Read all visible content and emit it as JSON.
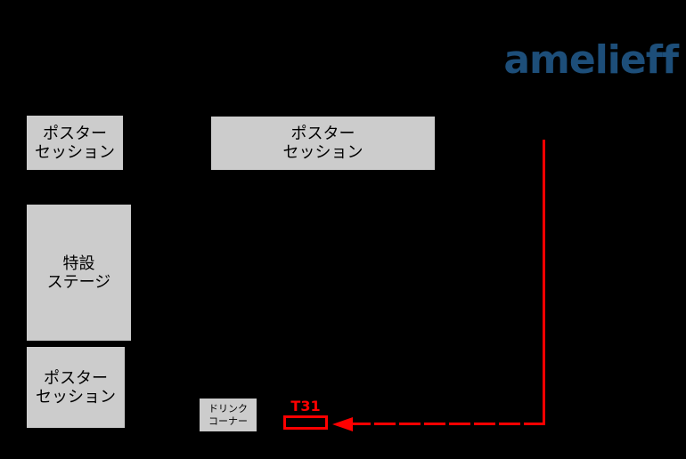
{
  "colors": {
    "background": "#000000",
    "accent": "#ff0000",
    "logo": "#1d4e79",
    "room_fill": "#cccccc",
    "room_text": "#000000"
  },
  "logo": {
    "text": "amelieff"
  },
  "venue_map": {
    "rooms": [
      {
        "id": "poster-session-top-left",
        "line1": "ポスター",
        "line2": "セッション"
      },
      {
        "id": "poster-session-top-center",
        "line1": "ポスター",
        "line2": "セッション"
      },
      {
        "id": "special-stage",
        "line1": "特設",
        "line2": "ステージ"
      },
      {
        "id": "poster-session-bottom-left",
        "line1": "ポスター",
        "line2": "セッション"
      },
      {
        "id": "drink-corner",
        "line1": "ドリンク",
        "line2": "コーナー"
      }
    ]
  },
  "booth": {
    "label": "T31"
  }
}
